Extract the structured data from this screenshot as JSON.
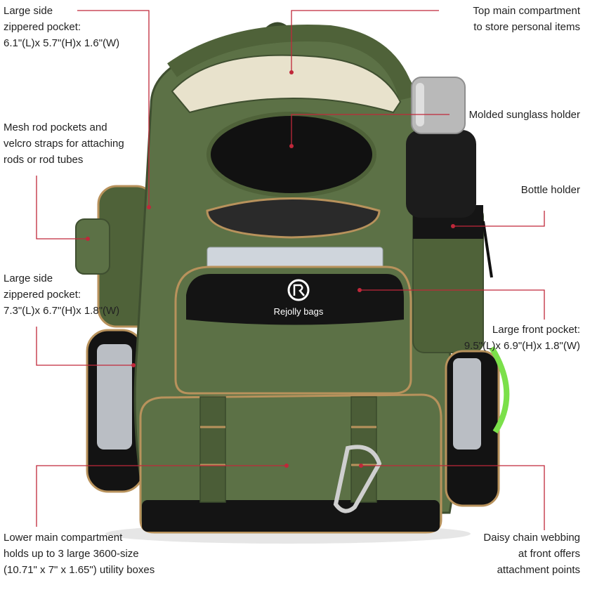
{
  "image": {
    "subject": "green fishing tackle backpack with callout labels",
    "brand": "Rejolly bags",
    "colors": {
      "bag_green": "#5c7146",
      "bag_dark": "#3f4f30",
      "black_panel": "#141414",
      "tan_trim": "#b8925c",
      "callout_line": "#c0283a",
      "bottle_black": "#1c1c1c",
      "bottle_steel": "#b9b9b9",
      "accent_lime": "#7be04a"
    }
  },
  "callouts": [
    {
      "id": "large-side-pocket-top",
      "text": "Large side\nzippered pocket:\n6.1\"(L)x 5.7\"(H)x 1.6\"(W)"
    },
    {
      "id": "mesh-rod-pockets",
      "text": "Mesh rod pockets and\nvelcro straps for attaching\nrods or rod tubes"
    },
    {
      "id": "large-side-pocket-mid",
      "text": "Large side\nzippered pocket:\n7.3\"(L)x 6.7\"(H)x 1.8\"(W)"
    },
    {
      "id": "lower-main-compartment",
      "text": "Lower main compartment\nholds up to 3 large 3600-size\n(10.71\" x 7\" x 1.65\") utility boxes"
    },
    {
      "id": "top-main-compartment",
      "text": "Top main compartment\nto store personal items"
    },
    {
      "id": "molded-sunglass-holder",
      "text": "Molded sunglass holder"
    },
    {
      "id": "bottle-holder",
      "text": "Bottle holder"
    },
    {
      "id": "large-front-pocket",
      "text": "Large front pocket:\n9.5\"(L)x 6.9\"(H)x 1.8\"(W)"
    },
    {
      "id": "daisy-chain-webbing",
      "text": "Daisy chain webbing\nat front offers\nattachment points"
    }
  ]
}
